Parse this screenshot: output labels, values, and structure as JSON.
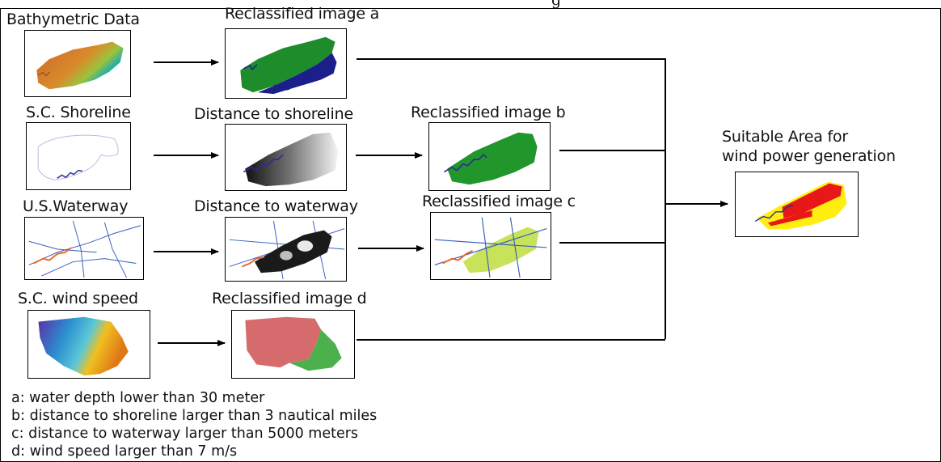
{
  "top_clipped_text": "g",
  "labels": {
    "bathymetric": "Bathymetric Data",
    "reclass_a": "Reclassified image a",
    "shoreline": "S.C. Shoreline",
    "dist_shoreline": "Distance to shoreline",
    "reclass_b": "Reclassified image b",
    "waterway": "U.S.Waterway",
    "dist_waterway": "Distance to waterway",
    "reclass_c": "Reclassified image c",
    "wind_speed": "S.C. wind speed",
    "reclass_d": "Reclassified image d",
    "suitable_line1": "Suitable Area for",
    "suitable_line2": "wind power generation"
  },
  "notes": [
    "a: water depth lower than 30 meter",
    "b: distance to shoreline larger than 3 nautical miles",
    "c: distance to waterway larger than 5000 meters",
    "d: wind speed larger than 7 m/s"
  ],
  "colors": {
    "line": "#000000",
    "reclass_green": "#1e8c2a",
    "reclass_blue": "#1c1f8a",
    "waterway_green": "#c8e25a",
    "wind_pink": "#d66b6e",
    "wind_green": "#4cb04c",
    "suitable_red": "#e81818",
    "suitable_yellow": "#ffee10"
  }
}
